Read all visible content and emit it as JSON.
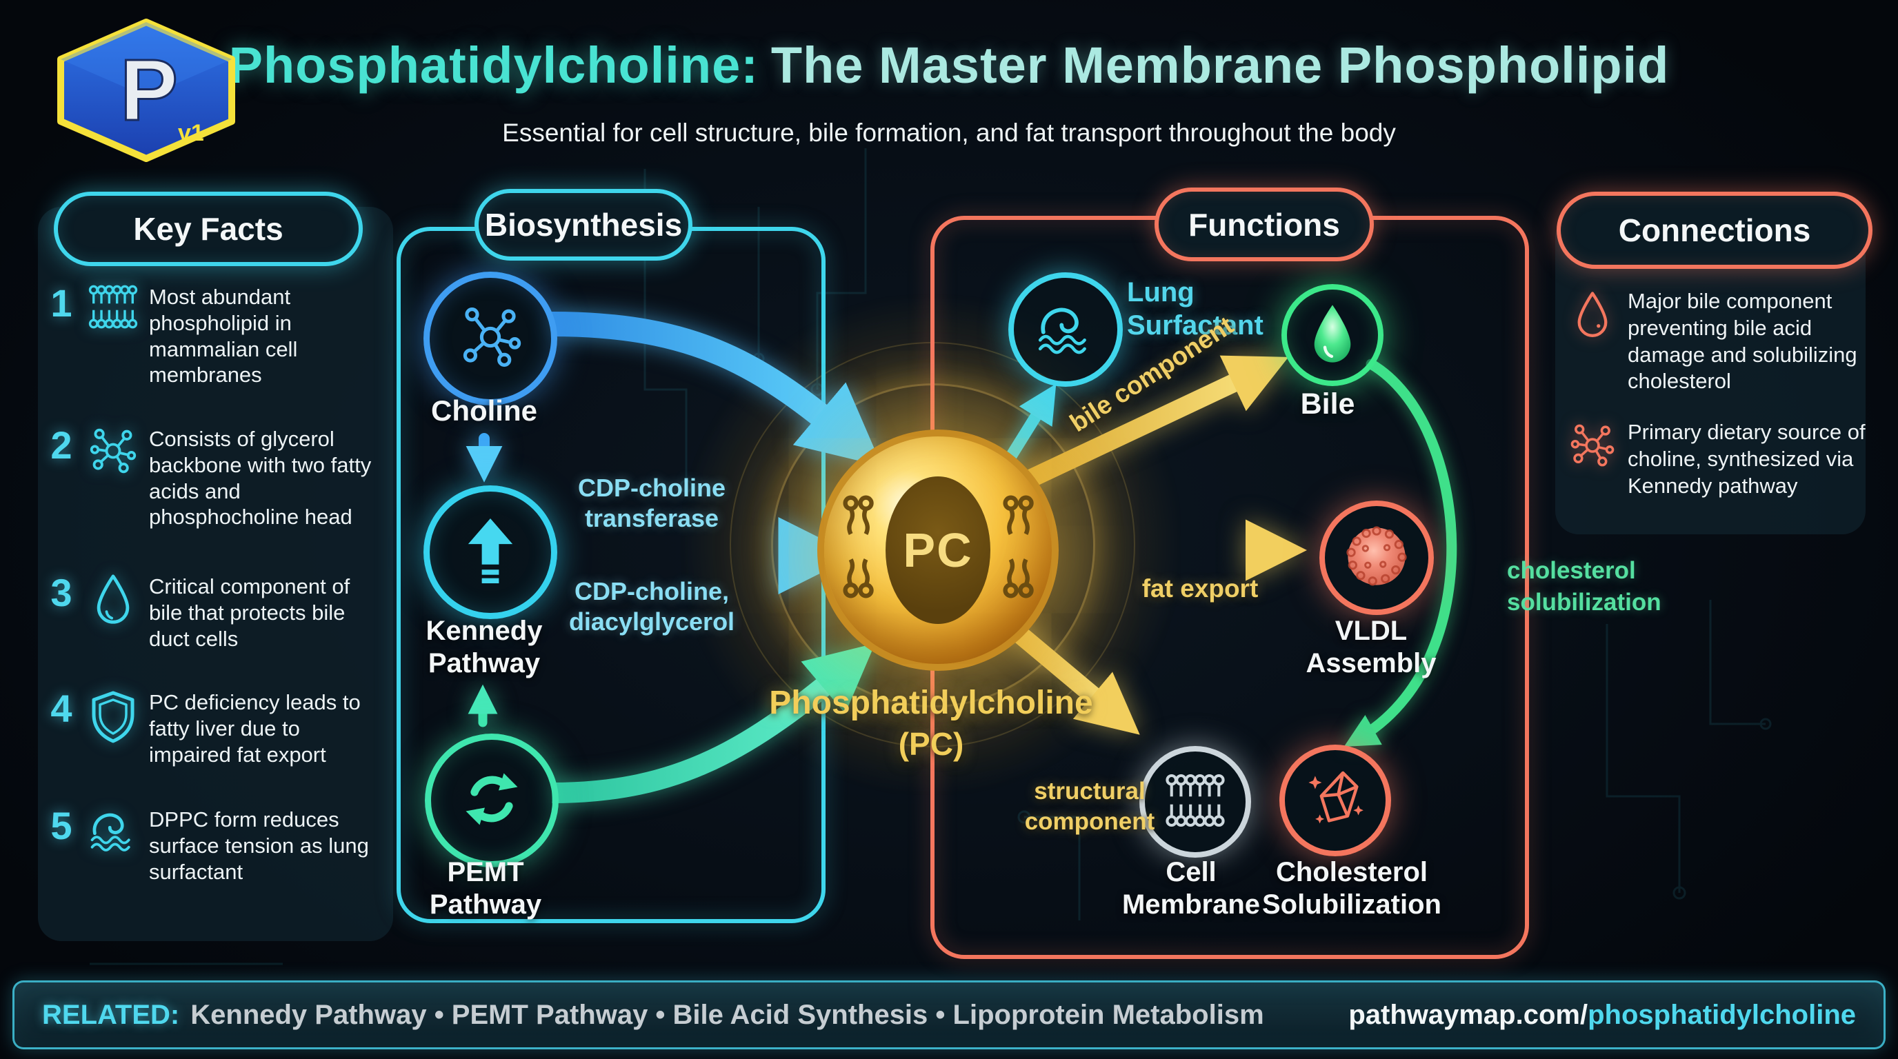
{
  "header": {
    "logo_letter": "P",
    "logo_version": "v1",
    "title_highlight": "Phosphatidylcholine:",
    "title_rest": "The Master Membrane Phospholipid",
    "subtitle": "Essential for cell structure, bile formation, and fat transport throughout the body"
  },
  "key_facts": {
    "title": "Key Facts",
    "items": [
      {
        "num": "1",
        "icon": "membrane-bilayer-icon",
        "text": "Most abundant phospholipid in mammalian cell membranes"
      },
      {
        "num": "2",
        "icon": "molecule-icon",
        "text": "Consists of glycerol backbone with two fatty acids and phosphocholine head"
      },
      {
        "num": "3",
        "icon": "droplet-icon",
        "text": "Critical component of bile that protects bile duct cells"
      },
      {
        "num": "4",
        "icon": "shield-icon",
        "text": "PC deficiency leads to fatty liver due to impaired fat export"
      },
      {
        "num": "5",
        "icon": "wave-icon",
        "text": "DPPC form reduces surface tension as lung surfactant"
      }
    ]
  },
  "biosynthesis": {
    "title": "Biosynthesis",
    "choline_label": "Choline",
    "kennedy_label": "Kennedy\nPathway",
    "pemt_label": "PEMT\nPathway",
    "enzyme_top": "CDP-choline\ntransferase",
    "enzyme_bottom": "CDP-choline,\ndiacylglycerol"
  },
  "center": {
    "pc_abbrev": "PC",
    "name": "Phosphatidylcholine",
    "name_paren": "(PC)"
  },
  "functions": {
    "title": "Functions",
    "lung_surfactant_label": "Lung\nSurfactant",
    "bile_label": "Bile",
    "vldl_label": "VLDL\nAssembly",
    "cell_membrane_label": "Cell\nMembrane",
    "cholesterol_label": "Cholesterol\nSolubilization",
    "arrow_bile_component": "bile component",
    "arrow_fat_export": "fat export",
    "arrow_structural": "structural\ncomponent",
    "arrow_cholesterol": "cholesterol\nsolubilization"
  },
  "connections": {
    "title": "Connections",
    "items": [
      {
        "icon": "droplet-icon",
        "text": "Major bile component preventing bile acid damage and solubilizing cholesterol"
      },
      {
        "icon": "molecule-icon",
        "text": "Primary dietary source of choline, synthesized via Kennedy pathway"
      }
    ]
  },
  "footer": {
    "related_label": "RELATED:",
    "related_items": "Kennedy Pathway • PEMT Pathway • Bile Acid Synthesis • Lipoprotein Metabolism",
    "url_base": "pathwaymap.com/",
    "url_highlight": "phosphatidylcholine"
  },
  "colors": {
    "accent_cyan": "#3fd6ec",
    "accent_blue": "#3da8f5",
    "accent_teal": "#3fe6ae",
    "accent_gold": "#f2ce5a",
    "accent_coral": "#f4765e",
    "accent_green": "#3fe08a",
    "logo_blue": "#2457c8",
    "logo_yellow": "#f5e13a"
  }
}
